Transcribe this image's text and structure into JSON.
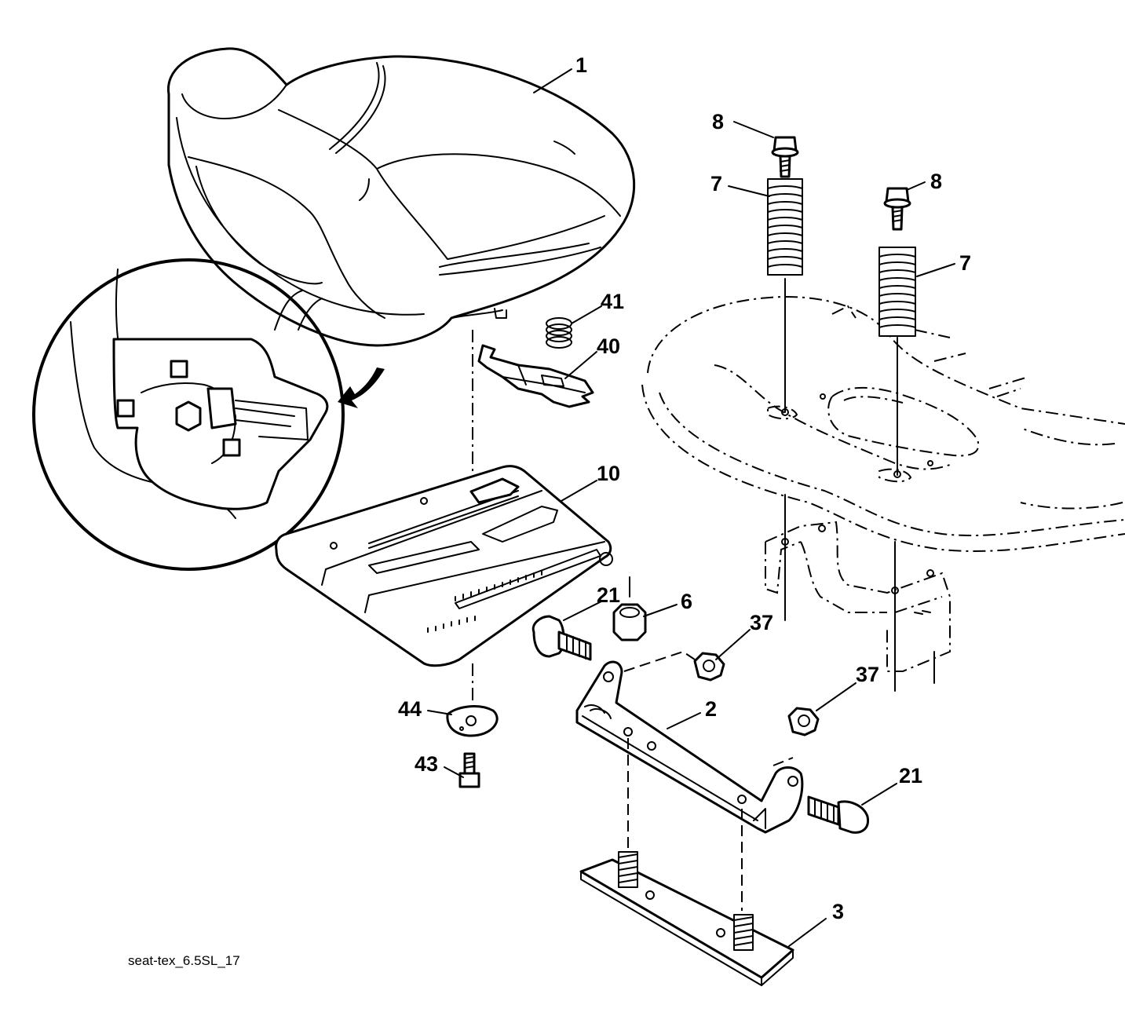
{
  "diagram": {
    "caption": "seat-tex_6.5SL_17",
    "callouts": [
      {
        "id": "c1",
        "text": "1"
      },
      {
        "id": "c8a",
        "text": "8"
      },
      {
        "id": "c8b",
        "text": "8"
      },
      {
        "id": "c7a",
        "text": "7"
      },
      {
        "id": "c7b",
        "text": "7"
      },
      {
        "id": "c41",
        "text": "41"
      },
      {
        "id": "c40",
        "text": "40"
      },
      {
        "id": "c10",
        "text": "10"
      },
      {
        "id": "c21a",
        "text": "21"
      },
      {
        "id": "c6",
        "text": "6"
      },
      {
        "id": "c37a",
        "text": "37"
      },
      {
        "id": "c37b",
        "text": "37"
      },
      {
        "id": "c2",
        "text": "2"
      },
      {
        "id": "c44",
        "text": "44"
      },
      {
        "id": "c43",
        "text": "43"
      },
      {
        "id": "c21b",
        "text": "21"
      },
      {
        "id": "c3",
        "text": "3"
      }
    ]
  }
}
